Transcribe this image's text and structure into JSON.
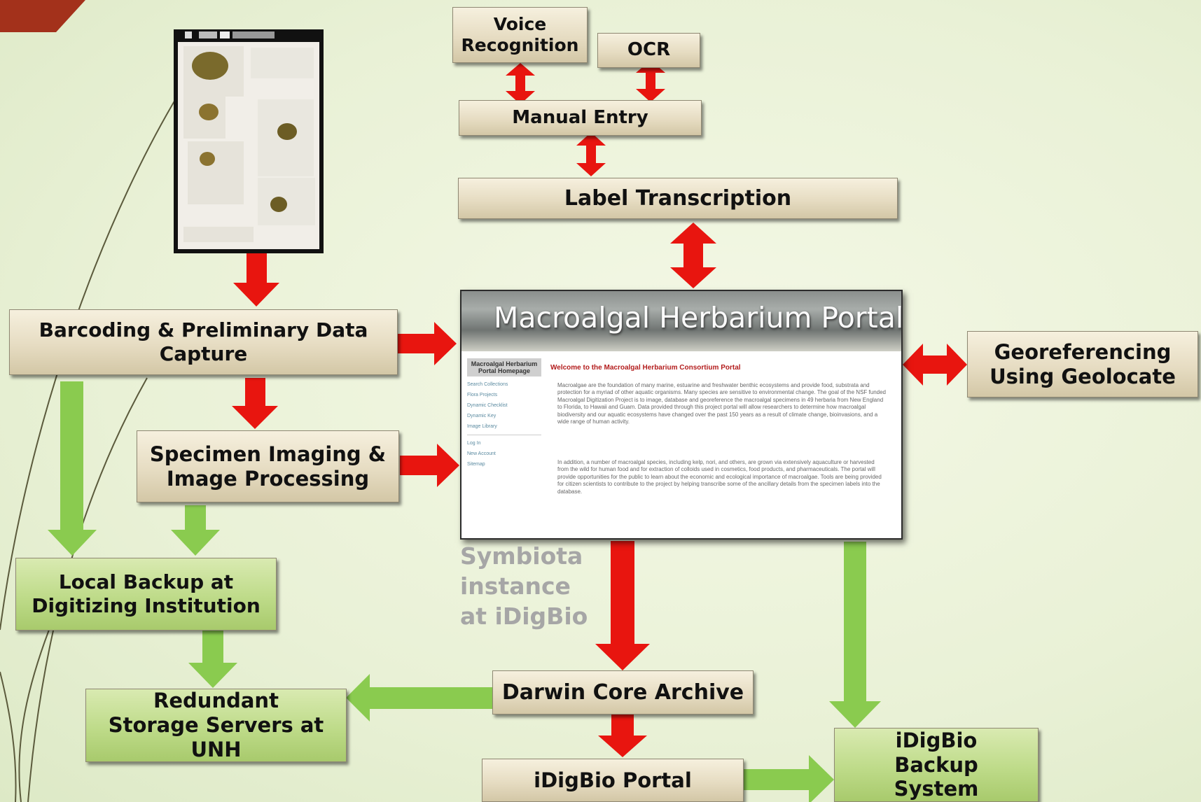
{
  "colors": {
    "red_arrow": "#e8150f",
    "green_arrow": "#8acb4f",
    "tan_box": "#e6dcc2",
    "green_box": "#bedb89"
  },
  "nodes": {
    "voice_recognition": "Voice Recognition",
    "ocr": "OCR",
    "manual_entry": "Manual Entry",
    "label_transcription": "Label Transcription",
    "barcoding": "Barcoding & Preliminary Data Capture",
    "specimen_imaging": "Specimen Imaging & Image Processing",
    "georeferencing": "Georeferencing Using Geolocate",
    "local_backup": "Local Backup at Digitizing Institution",
    "redundant_storage": "Redundant Storage Servers at UNH",
    "darwin_core": "Darwin Core Archive",
    "idigbio_portal": "iDigBio Portal",
    "idigbio_backup": "iDigBio Backup System"
  },
  "symbiota_label": "Symbiota\ninstance\nat iDigBio",
  "portal": {
    "title": "Macroalgal Herbarium Portal",
    "nav_heading": "Macroalgal Herbarium Portal Homepage",
    "nav_links": [
      "Search Collections",
      "Flora Projects",
      "Dynamic Checklist",
      "Dynamic Key",
      "Image Library"
    ],
    "nav_links_2": [
      "Log In",
      "New Account",
      "Sitemap"
    ],
    "welcome": "Welcome to the Macroalgal Herbarium Consortium Portal",
    "paragraph_1": "Macroalgae are the foundation of many marine, estuarine and freshwater benthic ecosystems and provide food, substrata and protection for a myriad of other aquatic organisms. Many species are sensitive to environmental change. The goal of the NSF funded Macroalgal Digitization Project is to image, database and georeference the macroalgal specimens in 49 herbaria from New England to Florida, to Hawaii and Guam. Data provided through this project portal will allow researchers to determine how macroalgal biodiversity and our aquatic ecosystems have changed over the past 150 years as a result of climate change, bioinvasions, and a wide range of human activity.",
    "paragraph_2": "In addition, a number of macroalgal species, including kelp, nori, and others, are grown via extensively aquaculture or harvested from the wild for human food and for extraction of colloids used in cosmetics, food products, and pharmaceuticals. The portal will provide opportunities for the public to learn about the economic and ecological importance of macroalgae. Tools are being provided for citizen scientists to contribute to the project by helping transcribe some of the ancillary details from the specimen labels into the database."
  }
}
